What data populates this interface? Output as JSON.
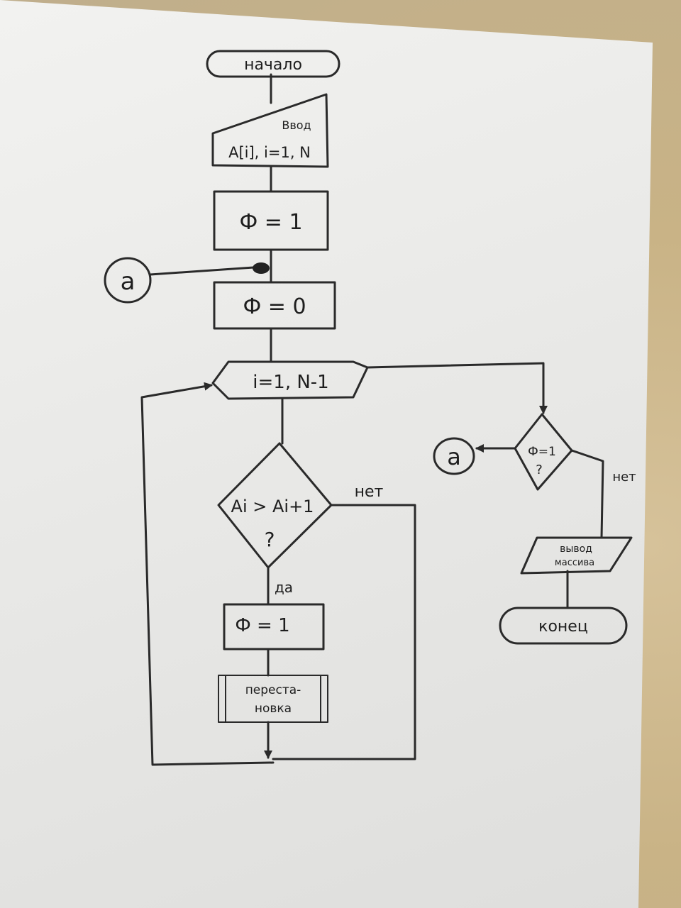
{
  "nodes": {
    "start": "начало",
    "input_title": "Ввод",
    "input_array": "A[i], i=1, N",
    "set_flag_one": "Ф = 1",
    "set_flag_zero": "Ф = 0",
    "loop": "i=1, N-1",
    "compare_main": "Ai > Ai+1",
    "compare_q": "?",
    "flag_assign": "Ф = 1",
    "swap_line1": "переста-",
    "swap_line2": "новка",
    "check_flag": "Ф=1",
    "check_q": "?",
    "output_line1": "вывод",
    "output_line2": "массива",
    "end": "конец"
  },
  "connectors": {
    "left_connector": "a",
    "right_connector": "a"
  },
  "edge_labels": {
    "compare_no": "нет",
    "compare_yes": "да",
    "check_no": "нет"
  },
  "colors": {
    "ink": "#2a2a2a",
    "paper": "#ececea",
    "desk": "#cbbfa3"
  }
}
